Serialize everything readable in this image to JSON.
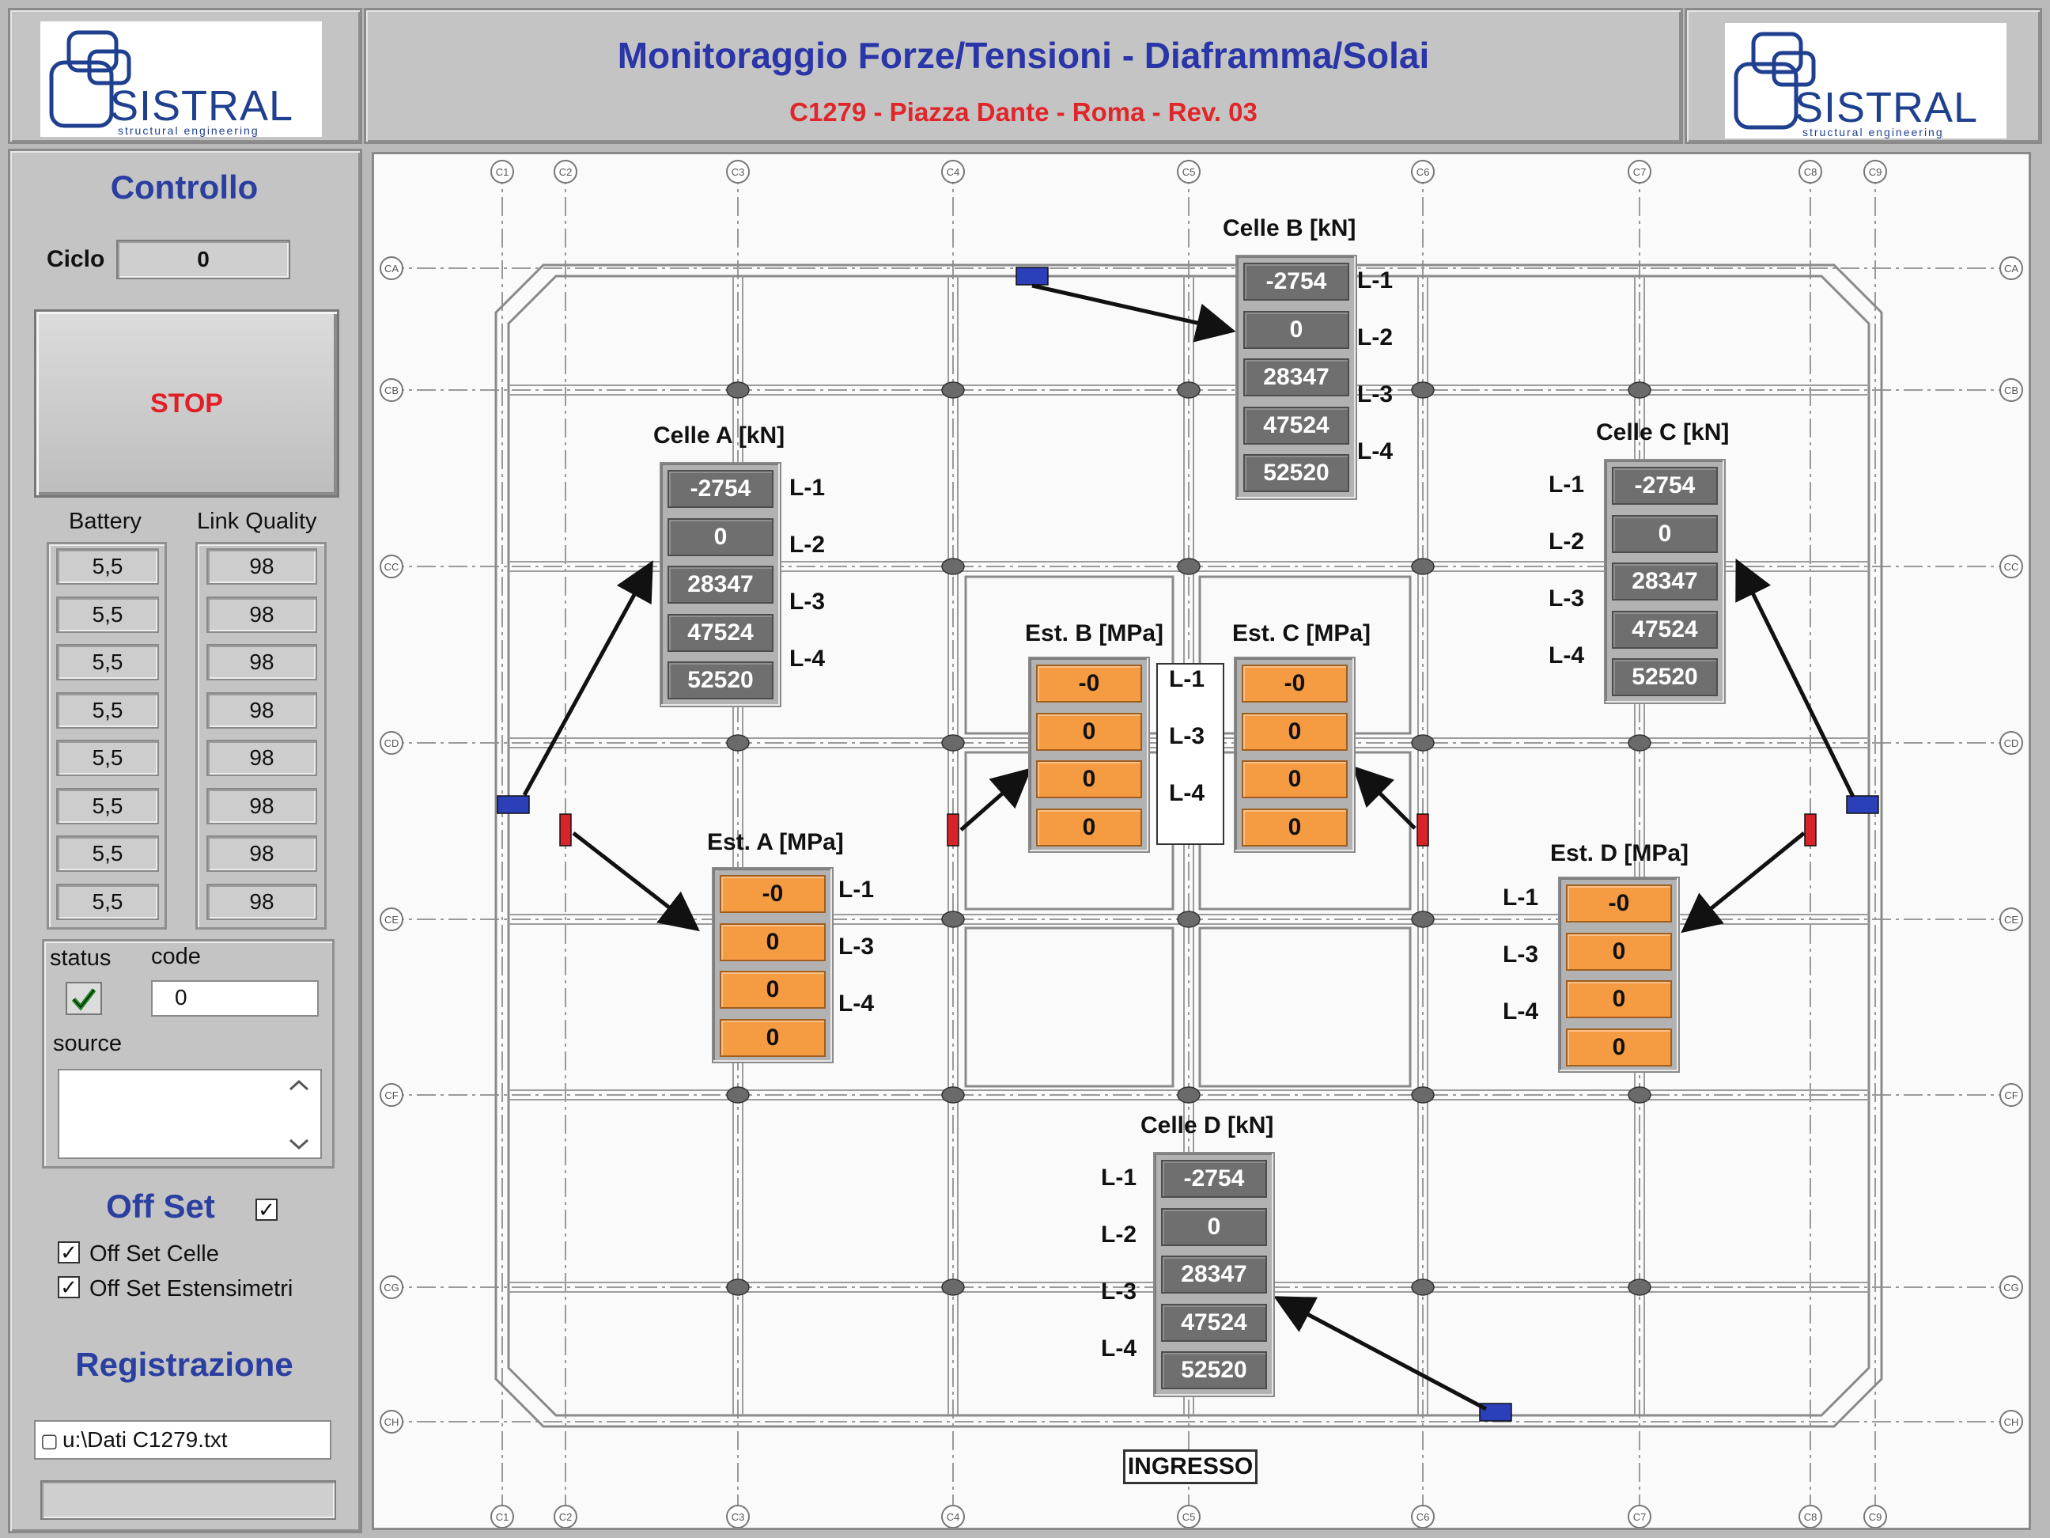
{
  "header": {
    "title": "Monitoraggio Forze/Tensioni - Diaframma/Solai",
    "subtitle": "C1279 - Piazza Dante - Roma - Rev. 03",
    "logo_left": "SISTRAL",
    "logo_left_sub": "structural engineering",
    "logo_right": "SISTRAL",
    "logo_right_sub": "structural engineering"
  },
  "sidebar": {
    "controllo_title": "Controllo",
    "ciclo_label": "Ciclo",
    "ciclo_value": "0",
    "stop_label": "STOP",
    "battery_label": "Battery",
    "link_quality_label": "Link Quality",
    "battery_values": [
      "5,5",
      "5,5",
      "5,5",
      "5,5",
      "5,5",
      "5,5",
      "5,5",
      "5,5"
    ],
    "link_quality_values": [
      "98",
      "98",
      "98",
      "98",
      "98",
      "98",
      "98",
      "98"
    ],
    "status_label": "status",
    "code_label": "code",
    "code_value": "0",
    "source_label": "source",
    "source_value": "",
    "offset_title": "Off Set",
    "offset_celle_label": "Off Set Celle",
    "offset_est_label": "Off Set Estensimetri",
    "registrazione_title": "Registrazione",
    "file_path": "u:\\Dati C1279.txt",
    "file_status": ""
  },
  "plan": {
    "grid_cols": [
      "C1",
      "C2",
      "C3",
      "C4",
      "C5",
      "C6",
      "C7",
      "C8",
      "C9"
    ],
    "grid_rows": [
      "CA",
      "CB",
      "CC",
      "CD",
      "CE",
      "CF",
      "CG",
      "CH"
    ],
    "ingresso_label": "INGRESSO",
    "celle_a": {
      "title": "Celle A [kN]",
      "labels": [
        "L-1",
        "L-2",
        "L-3",
        "L-4"
      ],
      "values": [
        "-2754",
        "0",
        "28347",
        "47524",
        "52520"
      ]
    },
    "celle_b": {
      "title": "Celle B [kN]",
      "labels": [
        "L-1",
        "L-2",
        "L-3",
        "L-4"
      ],
      "values": [
        "-2754",
        "0",
        "28347",
        "47524",
        "52520"
      ]
    },
    "celle_c": {
      "title": "Celle C [kN]",
      "labels": [
        "L-1",
        "L-2",
        "L-3",
        "L-4"
      ],
      "values": [
        "-2754",
        "0",
        "28347",
        "47524",
        "52520"
      ]
    },
    "celle_d": {
      "title": "Celle D [kN]",
      "labels": [
        "L-1",
        "L-2",
        "L-3",
        "L-4"
      ],
      "values": [
        "-2754",
        "0",
        "28347",
        "47524",
        "52520"
      ]
    },
    "est_a": {
      "title": "Est. A [MPa]",
      "labels": [
        "L-1",
        "L-3",
        "L-4"
      ],
      "values": [
        "-0",
        "0",
        "0",
        "0"
      ]
    },
    "est_b": {
      "title": "Est. B [MPa]",
      "values": [
        "-0",
        "0",
        "0",
        "0"
      ]
    },
    "est_c": {
      "title": "Est. C [MPa]",
      "values": [
        "-0",
        "0",
        "0",
        "0"
      ]
    },
    "est_bc_labels": [
      "L-1",
      "L-3",
      "L-4"
    ],
    "est_d": {
      "title": "Est. D [MPa]",
      "labels": [
        "L-1",
        "L-3",
        "L-4"
      ],
      "values": [
        "-0",
        "0",
        "0",
        "0"
      ]
    }
  }
}
